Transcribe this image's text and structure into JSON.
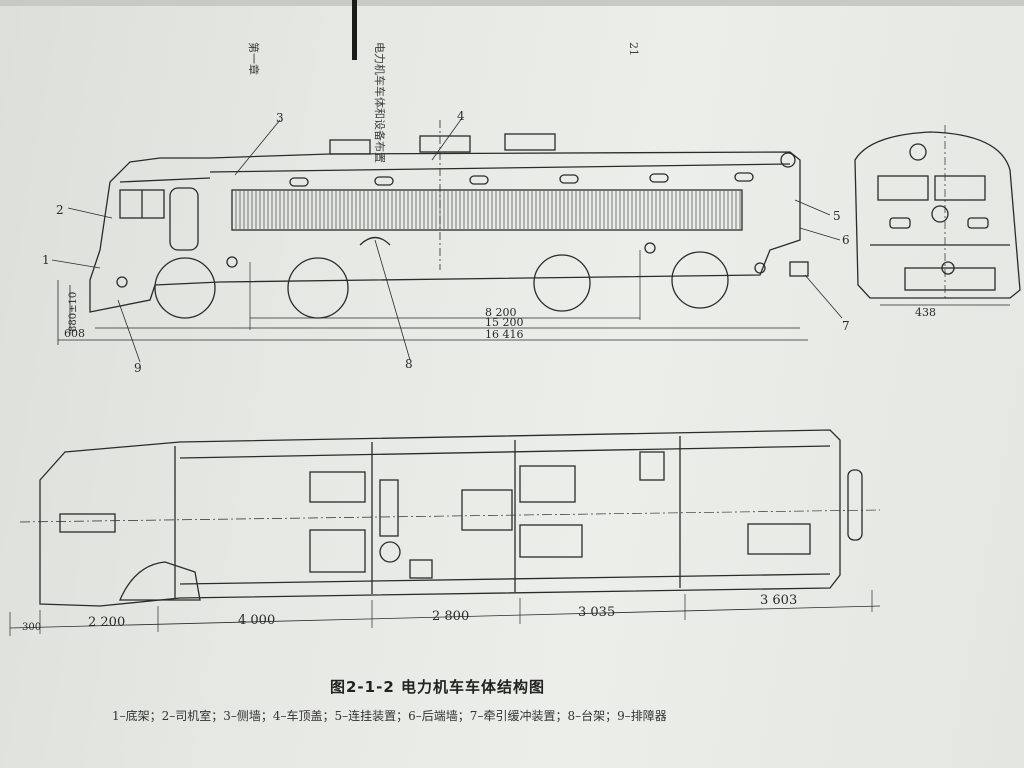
{
  "page": {
    "chapter_mark": "第一章",
    "running_head": "电力机车车体和设备布置",
    "page_number": "21"
  },
  "figure": {
    "caption": "图2-1-2   电力机车车体结构图",
    "legend": "1–底架；2–司机室；3–侧墙；4–车顶盖；5–连挂装置；6–后端墙；7–牵引缓冲装置；8–台架；9–排障器"
  },
  "side_view": {
    "callouts": [
      "1",
      "2",
      "3",
      "4",
      "5",
      "6",
      "7",
      "8",
      "9"
    ],
    "dims": {
      "bogie_centers": "8 200",
      "frame_length": "15 200",
      "overall_length": "16 416",
      "front_overhang": "608",
      "coupler_height": "880±10"
    }
  },
  "end_view": {
    "dims": {
      "width_label": "438"
    }
  },
  "plan_view": {
    "dims": [
      "300",
      "2 200",
      "4 000",
      "2 800",
      "3 035",
      "3 603"
    ]
  }
}
